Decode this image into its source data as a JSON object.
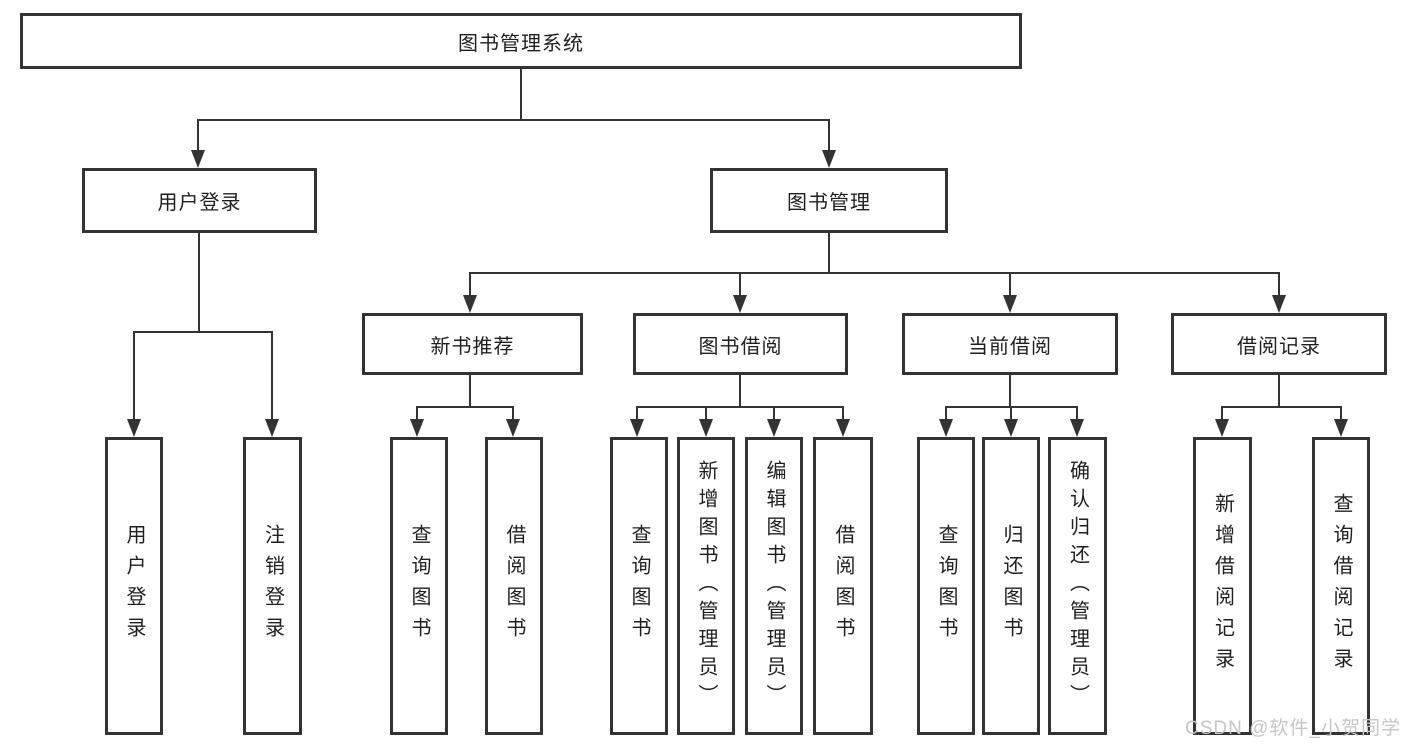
{
  "diagram": {
    "root": {
      "label": "图书管理系统"
    },
    "level2": [
      {
        "label": "用户登录"
      },
      {
        "label": "图书管理"
      }
    ],
    "level3": [
      {
        "label": "新书推荐"
      },
      {
        "label": "图书借阅"
      },
      {
        "label": "当前借阅"
      },
      {
        "label": "借阅记录"
      }
    ],
    "level4": {
      "user_login": [
        {
          "label": "用户登录"
        },
        {
          "label": "注销登录"
        }
      ],
      "new_book": [
        {
          "label": "查询图书"
        },
        {
          "label": "借阅图书"
        }
      ],
      "book_borrow": [
        {
          "label": "查询图书"
        },
        {
          "label": "新增图书（管理员）"
        },
        {
          "label": "编辑图书（管理员）"
        },
        {
          "label": "借阅图书"
        }
      ],
      "current_borrow": [
        {
          "label": "查询图书"
        },
        {
          "label": "归还图书"
        },
        {
          "label": "确认归还（管理员）"
        }
      ],
      "records": [
        {
          "label": "新增借阅记录"
        },
        {
          "label": "查询借阅记录"
        }
      ]
    },
    "watermark": "CSDN @软件_小贺同学",
    "colors": {
      "line": "#333333",
      "text": "#1f1f1f",
      "watermark": "#c6c6c6",
      "background": "#ffffff"
    }
  }
}
